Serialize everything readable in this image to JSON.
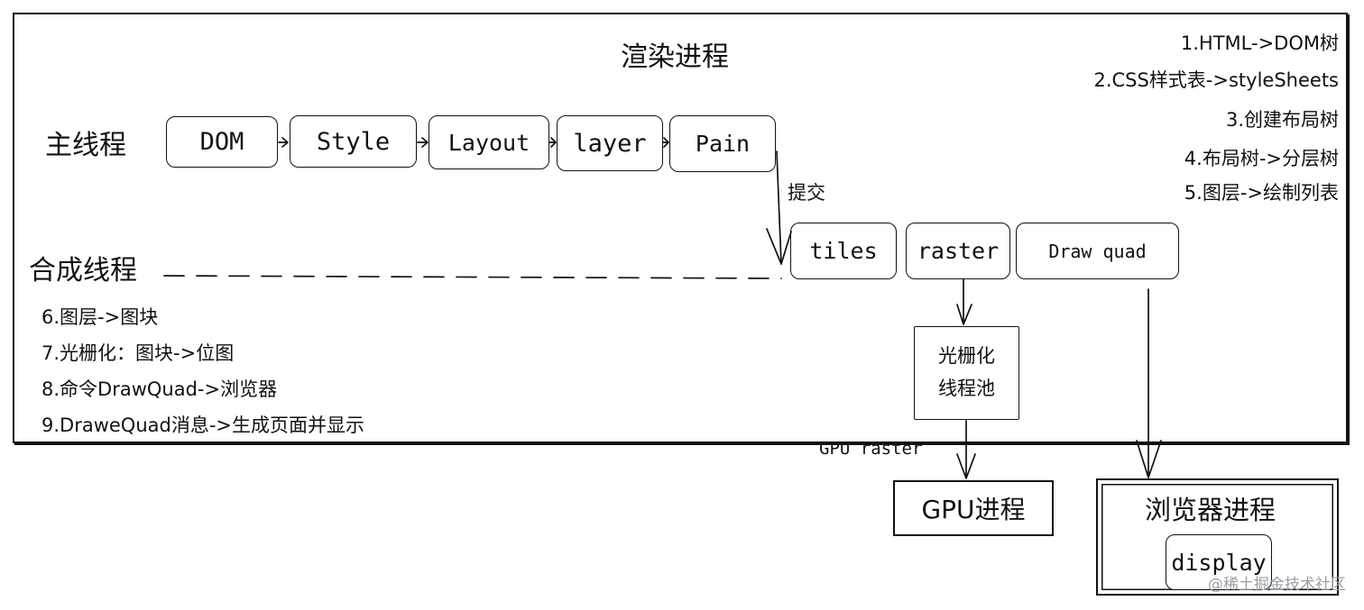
{
  "renderer": {
    "title": "渲染进程",
    "main_thread_label": "主线程",
    "compositor_thread_label": "合成线程"
  },
  "pipeline": [
    "DOM",
    "Style",
    "Layout",
    "layer",
    "Pain"
  ],
  "commit_label": "提交",
  "compositor_steps": [
    "tiles",
    "raster",
    "Draw quad"
  ],
  "raster_pool": [
    "光栅化",
    "线程池"
  ],
  "gpu_raster_label": "GPU raster",
  "gpu_process_label": "GPU进程",
  "browser_process": {
    "title": "浏览器进程",
    "display_label": "display"
  },
  "notes_right": [
    "1.HTML->DOM树",
    "2.CSS样式表->styleSheets",
    "3.创建布局树",
    "4.布局树->分层树",
    "5.图层->绘制列表"
  ],
  "notes_left": [
    "6.图层->图块",
    "7.光栅化：图块->位图",
    "8.命令DrawQuad->浏览器",
    "9.DraweQuad消息->生成页面并显示"
  ],
  "watermark": "@稀土掘金技术社区"
}
